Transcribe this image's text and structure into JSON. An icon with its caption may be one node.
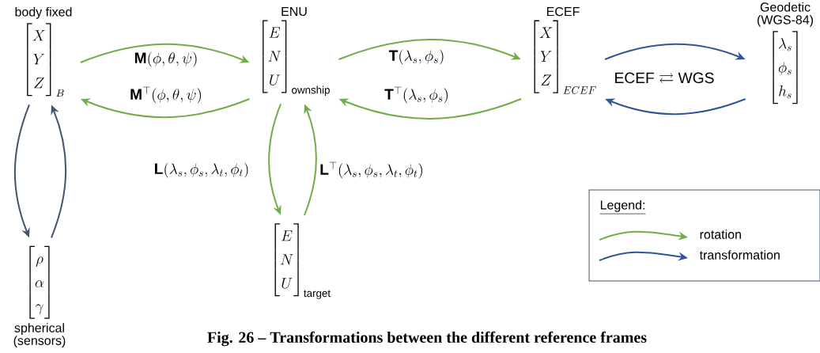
{
  "diagram": {
    "caption": "Fig. 26 – Transformations between the different reference frames",
    "nodes": [
      {
        "text": [
          "body fixed",
          "\\begin{bmatrix}X\\\\Y\\\\Z\\end{bmatrix}_{B}"
        ]
      },
      {
        "text": [
          "ENU",
          "\\begin{bmatrix}E\\\\N\\\\U\\end{bmatrix}_{\\mathrm{ownship}}"
        ]
      },
      {
        "text": [
          "ECEF",
          "\\begin{bmatrix}X\\\\Y\\\\Z\\end{bmatrix}_{ECEF}"
        ]
      },
      {
        "text": [
          "Geodetic (WGS-84)",
          "\\begin{bmatrix}\\lambda_s\\\\\\phi_s\\\\h_s\\end{bmatrix}"
        ]
      },
      {
        "text": [
          "\\begin{bmatrix}\\rho\\\\\\alpha\\\\\\gamma\\end{bmatrix}",
          "spherical (sensors)"
        ]
      },
      {
        "text": [
          "\\begin{bmatrix}E\\\\N\\\\U\\end{bmatrix}_{\\mathrm{target}}"
        ]
      }
    ],
    "edges": [
      {
        "from": 0,
        "to": 1,
        "arrow": "to",
        "label": "\\mathbf{M}(\\phi,\\theta,\\psi)",
        "color": "#70ad47"
      },
      {
        "from": 1,
        "to": 0,
        "arrow": "to",
        "label": "\\mathbf{M}^{\\top}(\\phi,\\theta,\\psi)",
        "color": "#70ad47"
      },
      {
        "from": 1,
        "to": 2,
        "arrow": "to",
        "label": "\\mathbf{T}(\\lambda_s,\\phi_s)",
        "color": "#70ad47"
      },
      {
        "from": 2,
        "to": 1,
        "arrow": "to",
        "label": "\\mathbf{T}^{\\top}(\\lambda_s,\\phi_s)",
        "color": "#70ad47"
      },
      {
        "from": 2,
        "to": 3,
        "arrow": "to",
        "label": "\\mathrm{ECEF}\\rightleftarrows\\mathrm{WGS}",
        "color": "#2f5597"
      },
      {
        "from": 3,
        "to": 2,
        "arrow": "to",
        "color": "#2f5597"
      },
      {
        "from": 0,
        "to": 4,
        "arrow": "to",
        "color": "#44546a"
      },
      {
        "from": 4,
        "to": 0,
        "arrow": "to",
        "color": "#44546a"
      },
      {
        "from": 1,
        "to": 5,
        "arrow": "to",
        "label": "\\mathbf{L}(\\lambda_s,\\phi_s,\\lambda_t,\\phi_t)",
        "color": "#70ad47"
      },
      {
        "from": 5,
        "to": 1,
        "arrow": "to",
        "label": "\\mathbf{L}^{\\top}(\\lambda_s,\\phi_s,\\lambda_t,\\phi_t)",
        "color": "#70ad47"
      }
    ],
    "labels": [
      "Legend:"
    ],
    "legend": [
      {
        "text": "rotation"
      },
      {
        "text": "transformation"
      }
    ]
  }
}
